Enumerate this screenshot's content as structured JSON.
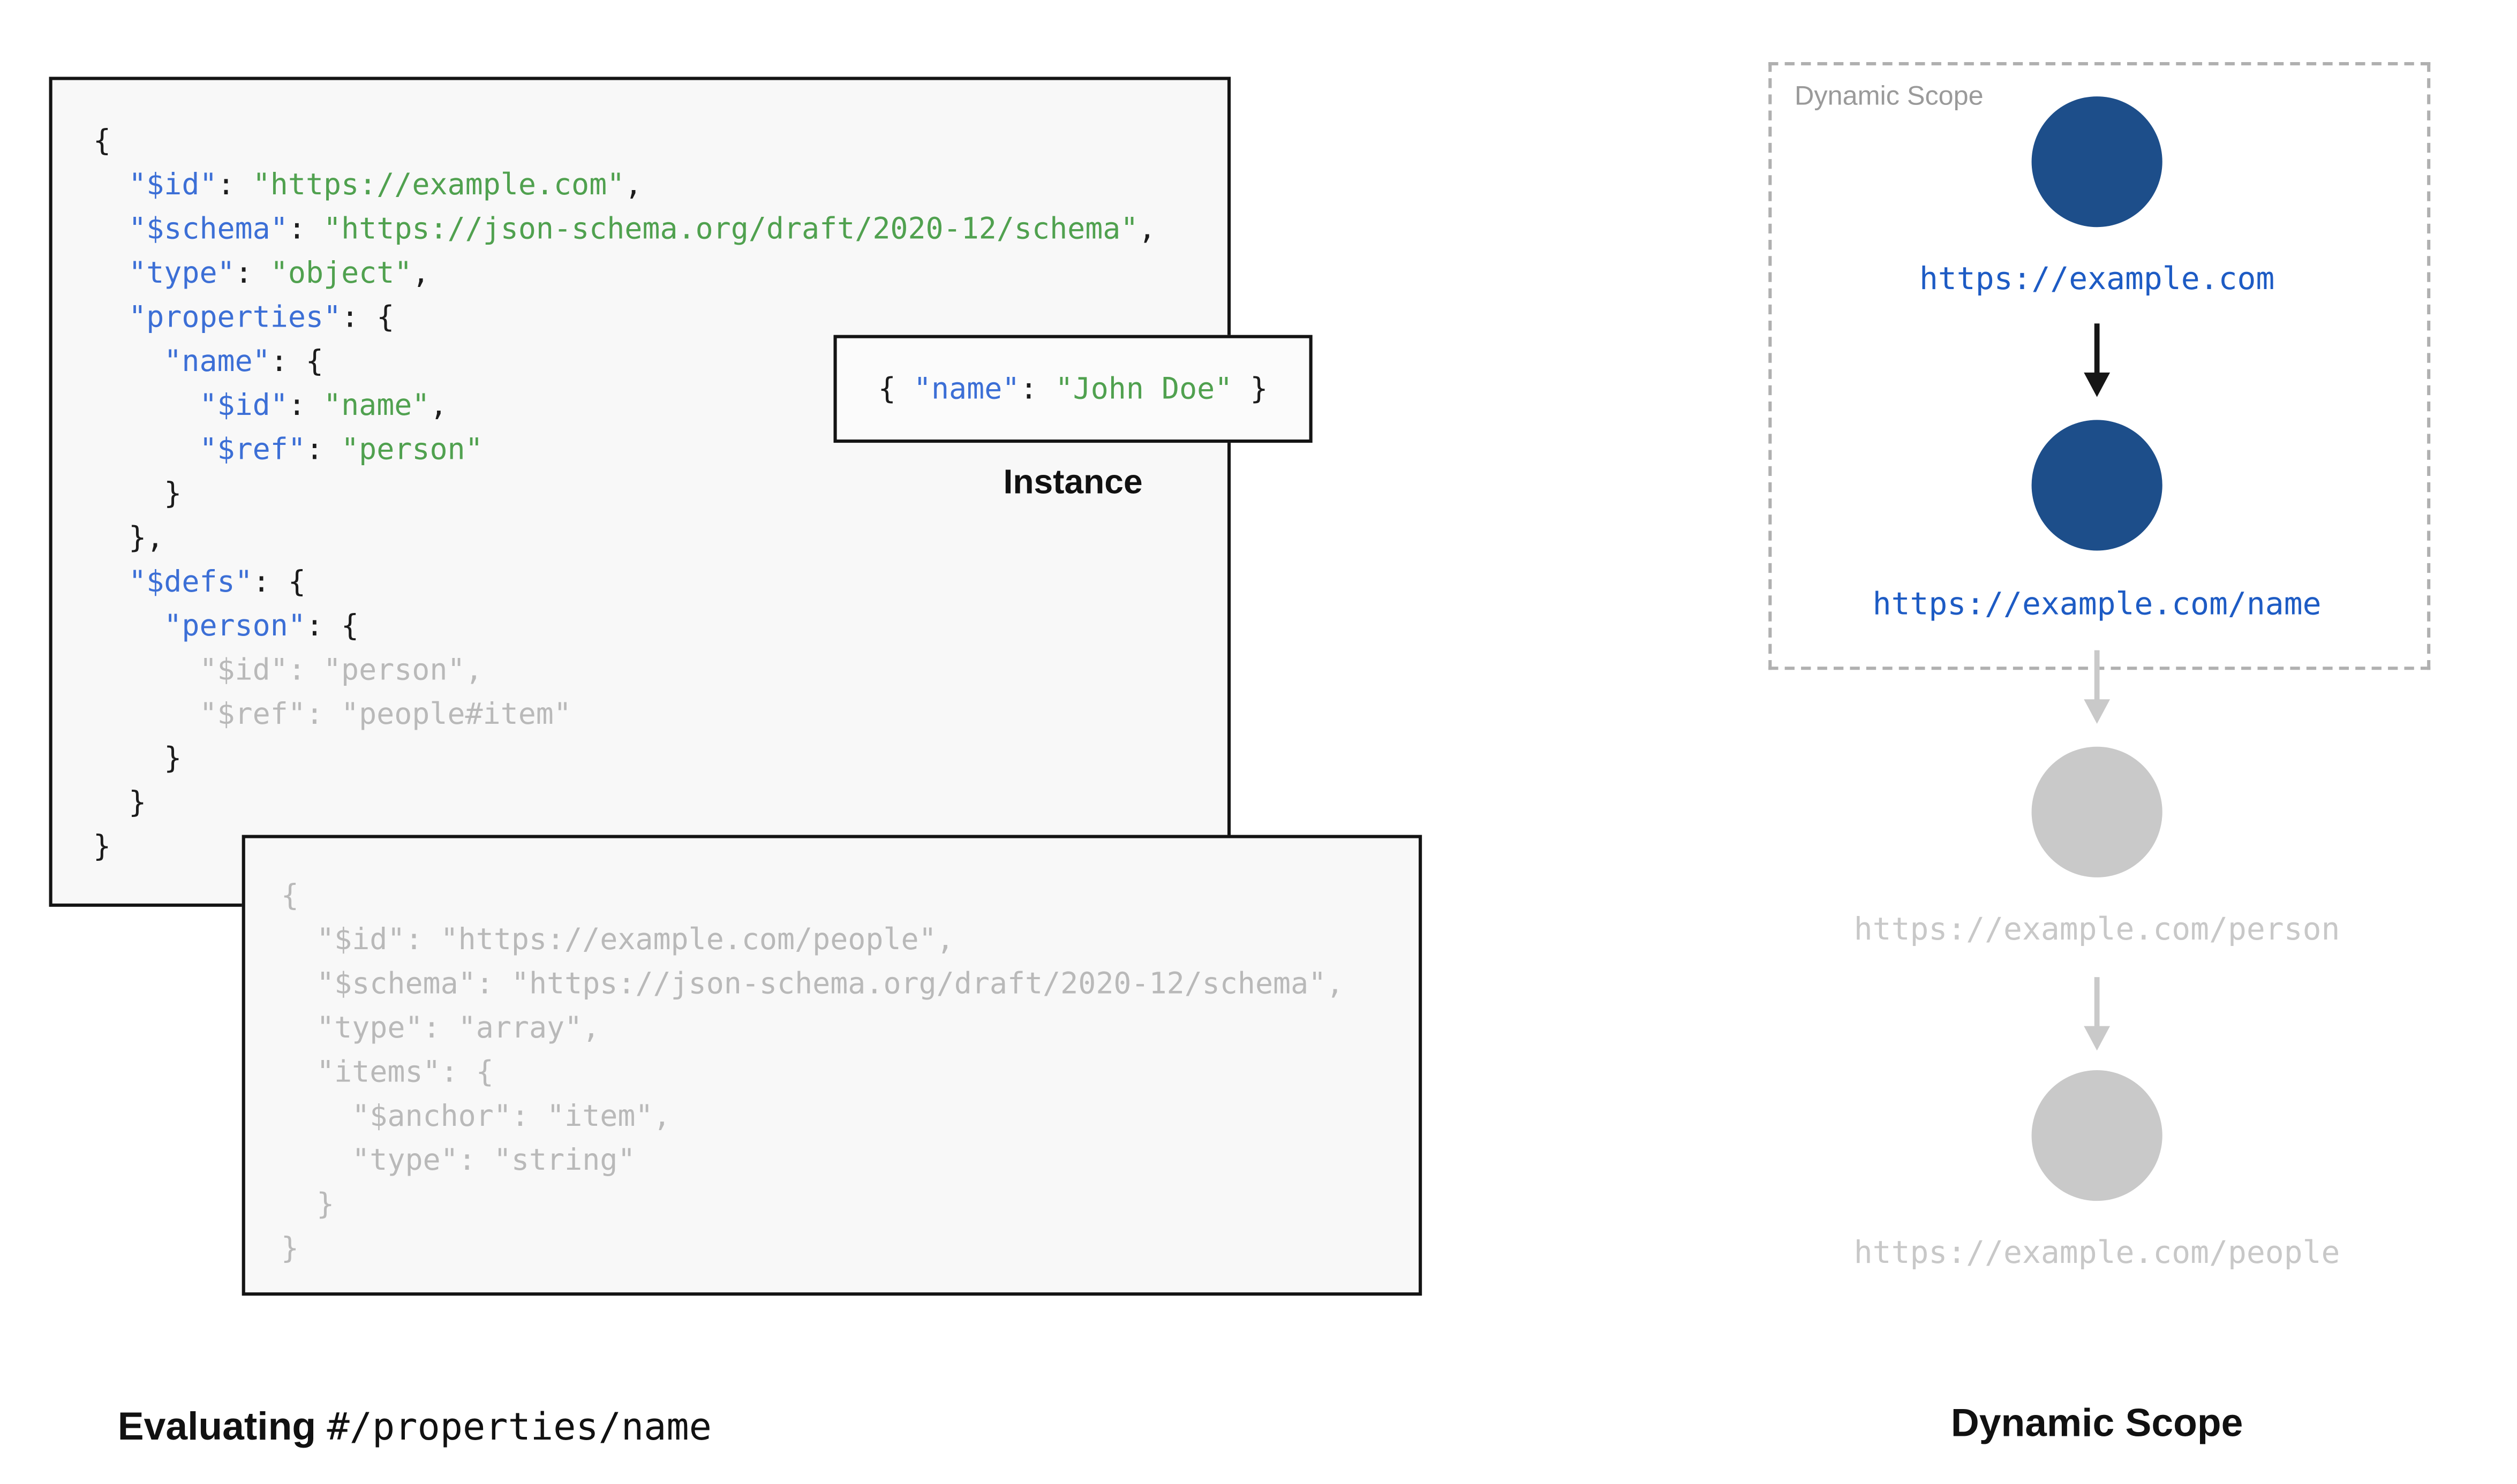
{
  "palette": {
    "code_key_blue": "#3c6fd6",
    "code_string_green": "#50a14f",
    "code_plain": "#1c1c1c",
    "code_muted": "#b9b9b9",
    "box_background": "#f8f8f8",
    "box_border": "#141414",
    "node_active_blue": "#1d4e8a",
    "node_inactive_gray": "#c9c9c9",
    "url_active_blue": "#1d5bc4",
    "url_inactive_gray": "#c8c8c8",
    "dashed_border_gray": "#b0b0b0",
    "scope_label_gray": "#9a9a9a",
    "arrow_black": "#161616",
    "arrow_gray": "#c9c9c9"
  },
  "main_schema": {
    "lines": [
      [
        {
          "t": "{",
          "c": "p"
        }
      ],
      [
        {
          "t": "  ",
          "c": "p"
        },
        {
          "t": "\"$id\"",
          "c": "k"
        },
        {
          "t": ": ",
          "c": "p"
        },
        {
          "t": "\"https://example.com\"",
          "c": "s"
        },
        {
          "t": ",",
          "c": "p"
        }
      ],
      [
        {
          "t": "  ",
          "c": "p"
        },
        {
          "t": "\"$schema\"",
          "c": "k"
        },
        {
          "t": ": ",
          "c": "p"
        },
        {
          "t": "\"https://json-schema.org/draft/2020-12/schema\"",
          "c": "s"
        },
        {
          "t": ",",
          "c": "p"
        }
      ],
      [
        {
          "t": "  ",
          "c": "p"
        },
        {
          "t": "\"type\"",
          "c": "k"
        },
        {
          "t": ": ",
          "c": "p"
        },
        {
          "t": "\"object\"",
          "c": "s"
        },
        {
          "t": ",",
          "c": "p"
        }
      ],
      [
        {
          "t": "  ",
          "c": "p"
        },
        {
          "t": "\"properties\"",
          "c": "k"
        },
        {
          "t": ": {",
          "c": "p"
        }
      ],
      [
        {
          "t": "    ",
          "c": "p"
        },
        {
          "t": "\"name\"",
          "c": "k"
        },
        {
          "t": ": {",
          "c": "p"
        }
      ],
      [
        {
          "t": "      ",
          "c": "p"
        },
        {
          "t": "\"$id\"",
          "c": "k"
        },
        {
          "t": ": ",
          "c": "p"
        },
        {
          "t": "\"name\"",
          "c": "s"
        },
        {
          "t": ",",
          "c": "p"
        }
      ],
      [
        {
          "t": "      ",
          "c": "p"
        },
        {
          "t": "\"$ref\"",
          "c": "k"
        },
        {
          "t": ": ",
          "c": "p"
        },
        {
          "t": "\"person\"",
          "c": "s"
        }
      ],
      [
        {
          "t": "    }",
          "c": "p"
        }
      ],
      [
        {
          "t": "  },",
          "c": "p"
        }
      ],
      [
        {
          "t": "  ",
          "c": "p"
        },
        {
          "t": "\"$defs\"",
          "c": "k"
        },
        {
          "t": ": {",
          "c": "p"
        }
      ],
      [
        {
          "t": "    ",
          "c": "p"
        },
        {
          "t": "\"person\"",
          "c": "k"
        },
        {
          "t": ": {",
          "c": "p"
        }
      ],
      [
        {
          "t": "      \"$id\": \"person\",",
          "c": "m"
        }
      ],
      [
        {
          "t": "      \"$ref\": \"people#item\"",
          "c": "m"
        }
      ],
      [
        {
          "t": "    }",
          "c": "p"
        }
      ],
      [
        {
          "t": "  }",
          "c": "p"
        }
      ],
      [
        {
          "t": "}",
          "c": "p"
        }
      ]
    ]
  },
  "people_schema": {
    "lines": [
      [
        {
          "t": "{",
          "c": "m"
        }
      ],
      [
        {
          "t": "  \"$id\": \"https://example.com/people\",",
          "c": "m"
        }
      ],
      [
        {
          "t": "  \"$schema\": \"https://json-schema.org/draft/2020-12/schema\",",
          "c": "m"
        }
      ],
      [
        {
          "t": "  \"type\": \"array\",",
          "c": "m"
        }
      ],
      [
        {
          "t": "  \"items\": {",
          "c": "m"
        }
      ],
      [
        {
          "t": "    \"$anchor\": \"item\",",
          "c": "m"
        }
      ],
      [
        {
          "t": "    \"type\": \"string\"",
          "c": "m"
        }
      ],
      [
        {
          "t": "  }",
          "c": "m"
        }
      ],
      [
        {
          "t": "}",
          "c": "m"
        }
      ]
    ]
  },
  "instance": {
    "label": "Instance",
    "lines": [
      [
        {
          "t": "{ ",
          "c": "p"
        },
        {
          "t": "\"name\"",
          "c": "k"
        },
        {
          "t": ": ",
          "c": "p"
        },
        {
          "t": "\"John Doe\"",
          "c": "s"
        },
        {
          "t": " }",
          "c": "p"
        }
      ]
    ]
  },
  "caption_left": {
    "bold": "Evaluating",
    "pointer": "#/properties/name"
  },
  "scope": {
    "panel_label": "Dynamic Scope",
    "caption": "Dynamic Scope",
    "nodes": [
      {
        "url": "https://example.com",
        "active": true
      },
      {
        "url": "https://example.com/name",
        "active": true
      },
      {
        "url": "https://example.com/person",
        "active": false
      },
      {
        "url": "https://example.com/people",
        "active": false
      }
    ]
  }
}
